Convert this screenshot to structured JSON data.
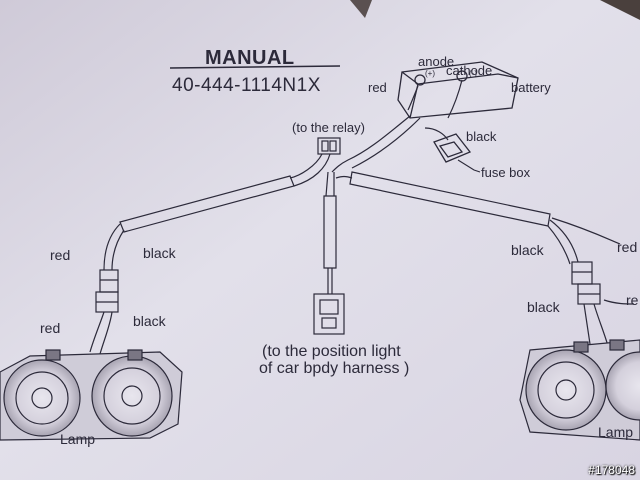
{
  "manual": {
    "title": "MANUAL",
    "model": "40-444-1114N1X"
  },
  "battery": {
    "anode": "anode",
    "cathode": "cathode",
    "plus": "(+)",
    "minus": "(-)",
    "label": "battery",
    "red": "red",
    "black": "black"
  },
  "relay_label": "(to the relay)",
  "fuse_box": "fuse box",
  "left": {
    "red_upper": "red",
    "black_upper": "black",
    "red_lower": "red",
    "black_lower": "black",
    "lamp": "Lamp"
  },
  "right": {
    "black_upper": "black",
    "red_upper": "red",
    "black_lower": "black",
    "red_lower": "re",
    "lamp": "Lamp"
  },
  "position_note": {
    "line1": "(to the position light",
    "line2": "of car bpdy harness )"
  },
  "watermark": "#178048",
  "colors": {
    "paper": "#dcd9e6",
    "ink": "#2c2a3a",
    "shadow": "#3a2f2c"
  },
  "icons": [
    "battery-icon",
    "fuse-box-icon",
    "relay-connector-icon",
    "position-connector-icon",
    "lamp-icon"
  ]
}
